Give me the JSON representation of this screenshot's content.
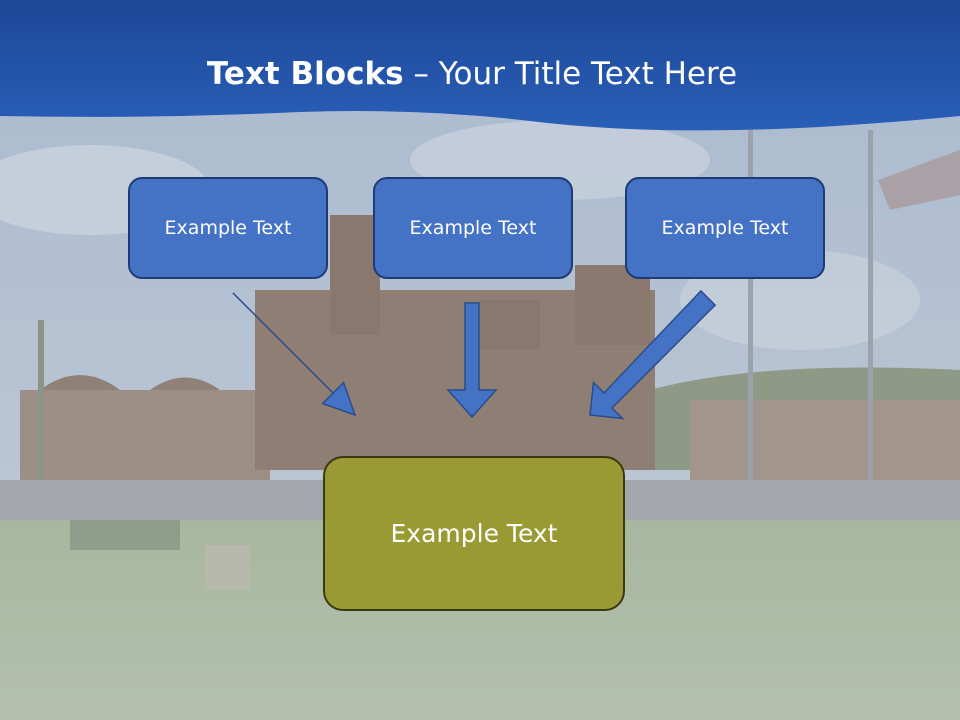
{
  "slide": {
    "title_bold": "Text Blocks",
    "title_rest": " – Your Title Text Here",
    "boxes_top": [
      {
        "label": "Example Text"
      },
      {
        "label": "Example Text"
      },
      {
        "label": "Example Text"
      }
    ],
    "box_bottom": {
      "label": "Example Text"
    }
  },
  "colors": {
    "header_blue": "#1f4e9e",
    "box_blue": "#4472c4",
    "box_olive": "#999a33",
    "arrow_blue": "#4472c4"
  }
}
